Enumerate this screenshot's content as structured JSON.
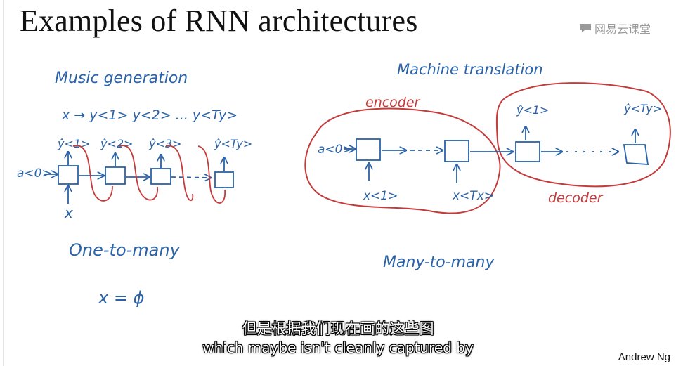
{
  "slide": {
    "title": "Examples of RNN architectures",
    "watermark": "网易云课堂",
    "credit": "Andrew Ng"
  },
  "left_panel": {
    "heading": "Music generation",
    "formula": "x → y<1> y<2> ... y<Ty>",
    "initial_activation": "a<0>",
    "outputs": [
      "ŷ<1>",
      "ŷ<2>",
      "ŷ<3>",
      "ŷ<Ty>"
    ],
    "input": "x",
    "label": "One-to-many",
    "note": "x = ϕ"
  },
  "right_panel": {
    "heading": "Machine translation",
    "encoder_label": "encoder",
    "decoder_label": "decoder",
    "initial_activation": "a<0>",
    "inputs": [
      "x<1>",
      "x<Tx>"
    ],
    "outputs": [
      "ŷ<1>",
      "ŷ<Ty>"
    ],
    "label": "Many-to-many"
  },
  "subtitles": {
    "zh": "但是根据我们现在画的这些图",
    "en": "which maybe isn't cleanly captured by"
  },
  "colors": {
    "ink_blue": "#2b63a8",
    "ink_red": "#c43b3b",
    "background": "#ffffff"
  }
}
